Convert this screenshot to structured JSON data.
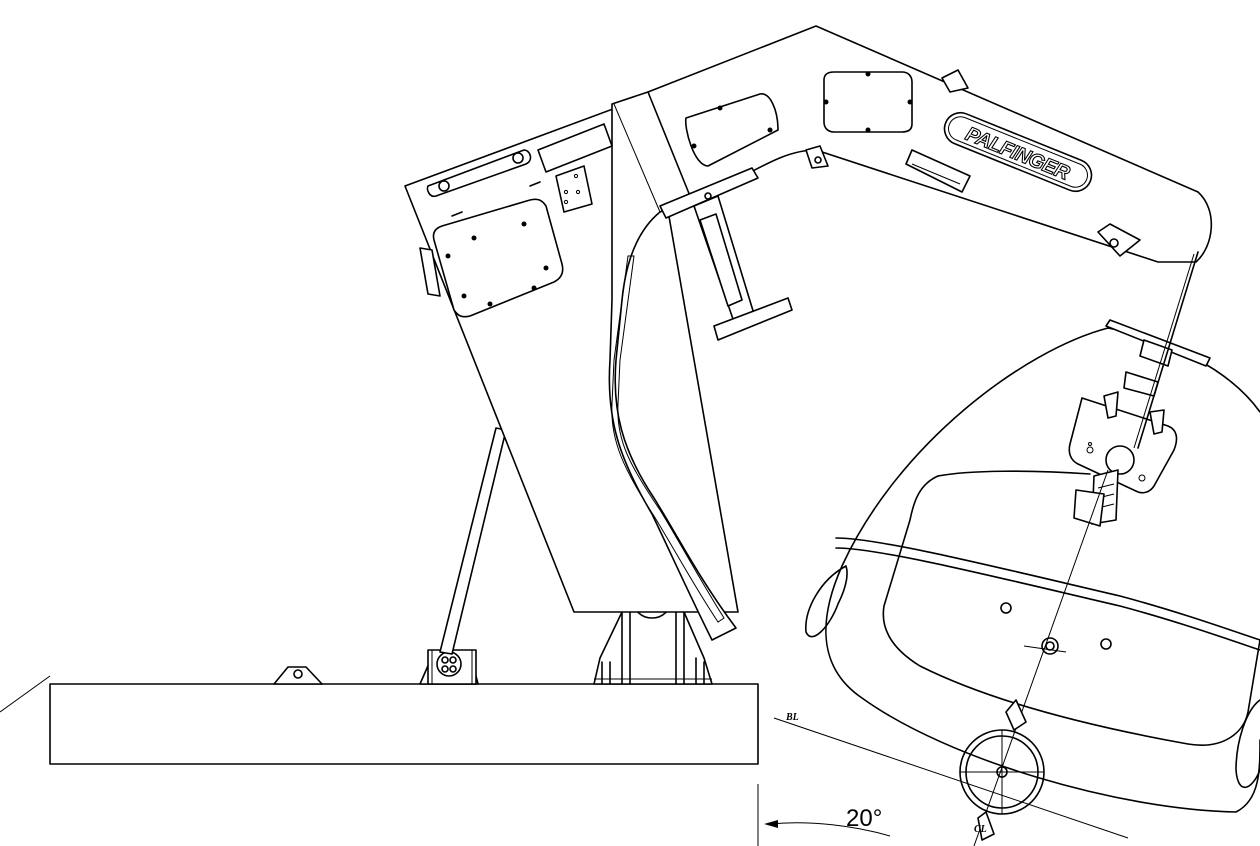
{
  "labels": {
    "brand": "PALFINGER",
    "angle": "20°",
    "baseline": "BL",
    "centerline": "CL"
  }
}
